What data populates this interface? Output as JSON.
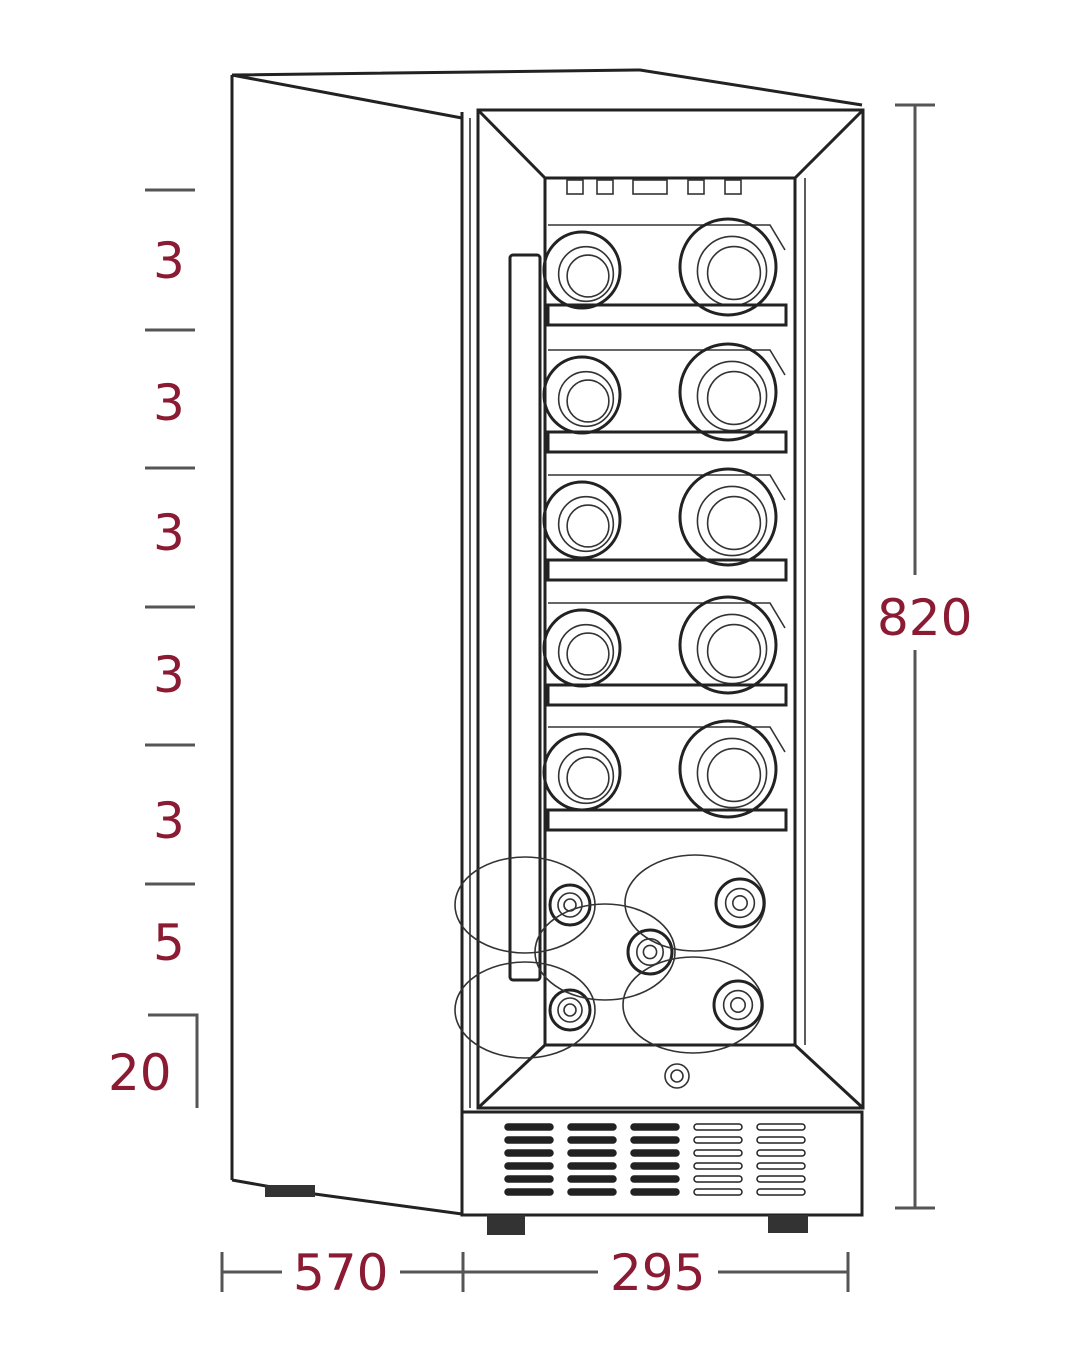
{
  "title": "Wine cooler dimension drawing",
  "colors": {
    "label": "#8b1a33",
    "line": "#222222",
    "dim_line": "#555555"
  },
  "dimensions": {
    "height": "820",
    "depth": "570",
    "width": "295",
    "base": "20"
  },
  "shelf_capacities": [
    "3",
    "3",
    "3",
    "3",
    "3",
    "5"
  ]
}
